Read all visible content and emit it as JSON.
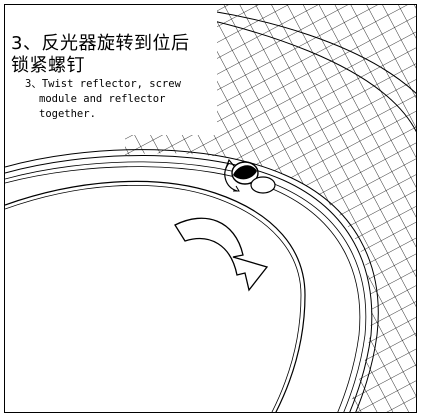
{
  "instruction": {
    "step_cn_line1": "3、反光器旋转到位后",
    "step_cn_line2": "锁紧螺钉",
    "step_en_line1": "3、Twist reflector, screw",
    "step_en_line2": "module and reflector",
    "step_en_line3": "together."
  },
  "colors": {
    "line": "#000000",
    "background": "#ffffff"
  },
  "icons": {
    "rotation_arrow": "curved-arrow-clockwise",
    "screw": "screw-icon"
  }
}
